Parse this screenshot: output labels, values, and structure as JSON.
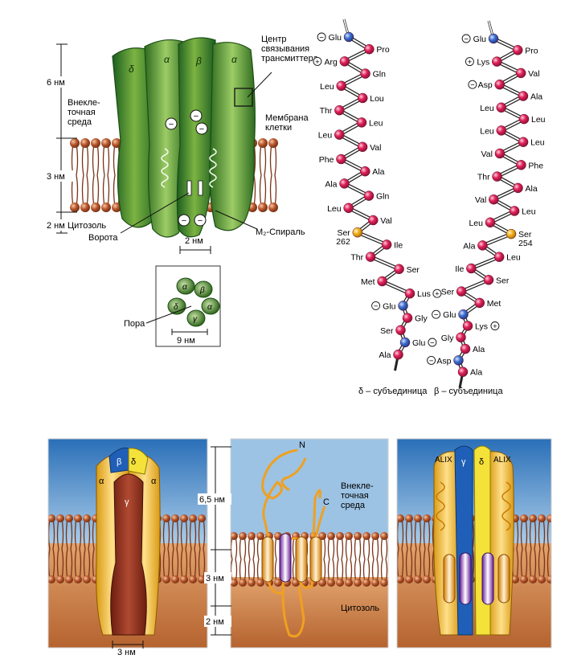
{
  "colors": {
    "receptor_green": "#2e7d32",
    "receptor_light": "#8bc34a",
    "amino_red": "#e0215a",
    "amino_blue": "#3d6fd1",
    "amino_yellow": "#f2b11e",
    "membrane_head": "#b8552a",
    "membrane_tail": "#8a3a1a",
    "panel_sky": "#2f7fc4",
    "panel_soil": "#c97a45",
    "alpha_yellow": "#f0b62e",
    "gamma_red": "#8b2a1a"
  },
  "receptor": {
    "subunits": [
      "δ",
      "α",
      "β",
      "α"
    ],
    "scale_labels": [
      "6 нм",
      "3 нм",
      "2 нм"
    ],
    "extracellular_label": "Внекле-\nточная\nсреда",
    "cytosol_label": "Цитозоль",
    "binding_center_label": "Центр\nсвязывания\nтрансмиттера",
    "membrane_label": "Мембрана\nклетки",
    "gate_label": "Ворота",
    "m2_label": "M₂-Спираль",
    "width_label": "2 нм",
    "charges": [
      "−",
      "−",
      "−",
      "−",
      "−"
    ]
  },
  "pore_inset": {
    "subunits": [
      "α",
      "β",
      "α",
      "γ",
      "δ"
    ],
    "pore_label": "Пора",
    "width_label": "9 нм"
  },
  "delta_chain": {
    "residues": [
      {
        "name": "Glu",
        "kind": "blue",
        "charge": "−"
      },
      {
        "name": "Pro",
        "kind": "red"
      },
      {
        "name": "Arg",
        "kind": "red",
        "charge": "+"
      },
      {
        "name": "Gln",
        "kind": "red"
      },
      {
        "name": "Leu",
        "kind": "red"
      },
      {
        "name": "Lou",
        "kind": "red"
      },
      {
        "name": "Thr",
        "kind": "red"
      },
      {
        "name": "Leu",
        "kind": "red"
      },
      {
        "name": "Leu",
        "kind": "red"
      },
      {
        "name": "Val",
        "kind": "red"
      },
      {
        "name": "Phe",
        "kind": "red"
      },
      {
        "name": "Ala",
        "kind": "red"
      },
      {
        "name": "Ala",
        "kind": "red"
      },
      {
        "name": "Gln",
        "kind": "red"
      },
      {
        "name": "Leu",
        "kind": "red"
      },
      {
        "name": "Val",
        "kind": "red"
      },
      {
        "name": "Ser\n262",
        "kind": "yellow"
      },
      {
        "name": "Ile",
        "kind": "red"
      },
      {
        "name": "Thr",
        "kind": "red"
      },
      {
        "name": "Ser",
        "kind": "red"
      },
      {
        "name": "Met",
        "kind": "red"
      },
      {
        "name": "Lus",
        "kind": "red",
        "charge": "+"
      },
      {
        "name": "Glu",
        "kind": "blue",
        "charge": "−"
      },
      {
        "name": "Gly",
        "kind": "red"
      },
      {
        "name": "Ser",
        "kind": "red"
      },
      {
        "name": "Glu",
        "kind": "blue",
        "charge": "−"
      },
      {
        "name": "Ala",
        "kind": "red"
      }
    ],
    "caption": "δ – субъединица"
  },
  "beta_chain": {
    "residues": [
      {
        "name": "Glu",
        "kind": "blue",
        "charge": "−"
      },
      {
        "name": "Pro",
        "kind": "red"
      },
      {
        "name": "Lys",
        "kind": "red",
        "charge": "+"
      },
      {
        "name": "Val",
        "kind": "red"
      },
      {
        "name": "Asp",
        "kind": "red",
        "charge": "−"
      },
      {
        "name": "Ala",
        "kind": "red"
      },
      {
        "name": "Leu",
        "kind": "red"
      },
      {
        "name": "Leu",
        "kind": "red"
      },
      {
        "name": "Leu",
        "kind": "red"
      },
      {
        "name": "Leu",
        "kind": "red"
      },
      {
        "name": "Val",
        "kind": "red"
      },
      {
        "name": "Phe",
        "kind": "red"
      },
      {
        "name": "Thr",
        "kind": "red"
      },
      {
        "name": "Ala",
        "kind": "red"
      },
      {
        "name": "Val",
        "kind": "red"
      },
      {
        "name": "Leu",
        "kind": "red"
      },
      {
        "name": "Leu",
        "kind": "red"
      },
      {
        "name": "Ser\n254",
        "kind": "yellow"
      },
      {
        "name": "Ala",
        "kind": "red"
      },
      {
        "name": "Leu",
        "kind": "red"
      },
      {
        "name": "Ile",
        "kind": "red"
      },
      {
        "name": "Ser",
        "kind": "red"
      },
      {
        "name": "Ser",
        "kind": "red"
      },
      {
        "name": "Met",
        "kind": "red"
      },
      {
        "name": "Glu",
        "kind": "blue",
        "charge": "−"
      },
      {
        "name": "Lys",
        "kind": "red",
        "charge": "+"
      },
      {
        "name": "Gly",
        "kind": "red"
      },
      {
        "name": "Ala",
        "kind": "red"
      },
      {
        "name": "Asp",
        "kind": "blue",
        "charge": "−"
      },
      {
        "name": "Ala",
        "kind": "red"
      }
    ],
    "caption": "β – субъединица"
  },
  "panel1": {
    "labels": [
      "β",
      "δ",
      "α",
      "γ",
      "α"
    ],
    "width_label": "3 нм"
  },
  "panel2": {
    "scale_labels": [
      "6,5 нм",
      "3 нм",
      "2 нм"
    ],
    "n_label": "N",
    "c_label": "C",
    "extracellular_label": "Внекле-\nточная\nсреда",
    "cytosol_label": "Цитозоль"
  },
  "panel3": {
    "labels": [
      "ALIX",
      "γ",
      "δ",
      "ALIX"
    ]
  }
}
